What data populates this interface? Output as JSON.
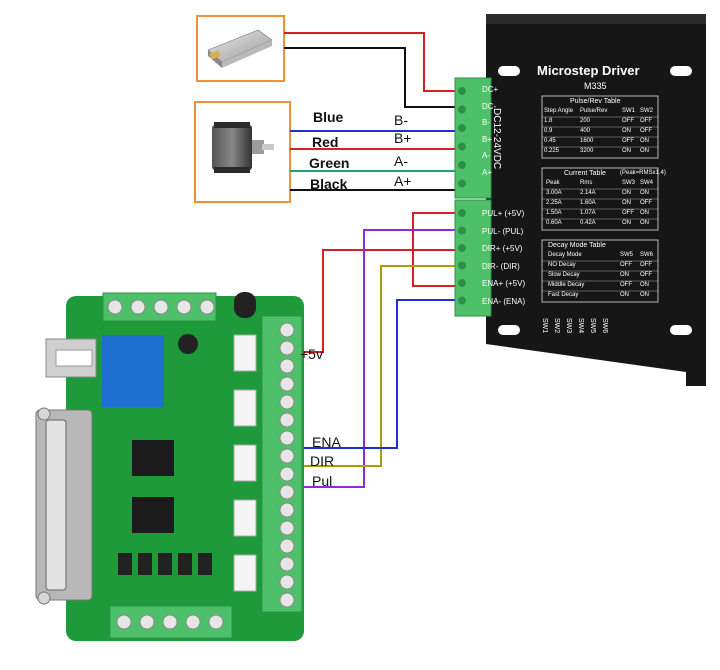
{
  "driver": {
    "title": "Microstep Driver",
    "model": "M335",
    "side_label": "DC12-24VDC",
    "power_terminals": [
      "DC+",
      "DC-",
      "B-",
      "B+",
      "A-",
      "A+"
    ],
    "control_terminals": [
      "PUL+ (+5V)",
      "PUL- (PUL)",
      "DIR+ (+5V)",
      "DIR- (DIR)",
      "ENA+ (+5V)",
      "ENA- (ENA)"
    ],
    "pulse_table": {
      "title": "Pulse/Rev Table",
      "headers": [
        "Step Angle",
        "Pulse/Rev",
        "SW1",
        "SW2"
      ],
      "rows": [
        [
          "1.8",
          "200",
          "OFF",
          "OFF"
        ],
        [
          "0.9",
          "400",
          "ON",
          "OFF"
        ],
        [
          "0.45",
          "1600",
          "OFF",
          "ON"
        ],
        [
          "0.225",
          "3200",
          "ON",
          "ON"
        ]
      ]
    },
    "current_table": {
      "title": "Current Table",
      "note": "(Peak=RMSx1.4)",
      "headers": [
        "Peak",
        "Rms",
        "SW3",
        "SW4"
      ],
      "rows": [
        [
          "3.00A",
          "2.14A",
          "ON",
          "ON"
        ],
        [
          "2.25A",
          "1.60A",
          "ON",
          "OFF"
        ],
        [
          "1.50A",
          "1.07A",
          "OFF",
          "ON"
        ],
        [
          "0.60A",
          "0.42A",
          "ON",
          "ON"
        ]
      ]
    },
    "decay_table": {
      "title": "Decay Mode Table",
      "headers": [
        "Decay Mode",
        "SW5",
        "SW6"
      ],
      "rows": [
        [
          "NO Decay",
          "OFF",
          "OFF"
        ],
        [
          "Slow Decay",
          "ON",
          "OFF"
        ],
        [
          "Middle Decay",
          "OFF",
          "ON"
        ],
        [
          "Fast Decay",
          "ON",
          "ON"
        ]
      ]
    },
    "switches": [
      "SW1",
      "SW2",
      "SW3",
      "SW4",
      "SW5",
      "SW6"
    ]
  },
  "motor_wires": [
    {
      "color_name": "Blue",
      "terminal": "B-",
      "color": "#1f2fd0"
    },
    {
      "color_name": "Red",
      "terminal": "B+",
      "color": "#d42020"
    },
    {
      "color_name": "Green",
      "terminal": "A-",
      "color": "#1fa56a"
    },
    {
      "color_name": "Black",
      "terminal": "A+",
      "color": "#111111"
    }
  ],
  "board_labels": {
    "plus5v": "+5v",
    "ena": "ENA",
    "dir": "DIR",
    "pul": "Pul"
  },
  "colors": {
    "red": "#d42020",
    "black": "#111111",
    "blue": "#1f2fd0",
    "green": "#1fa56a",
    "purple": "#8a2be2",
    "olive": "#a8a000",
    "orange_border": "#f0913a",
    "board_green": "#1f9a3a",
    "terminal_green": "#4fc06a",
    "driver_black": "#161616"
  }
}
